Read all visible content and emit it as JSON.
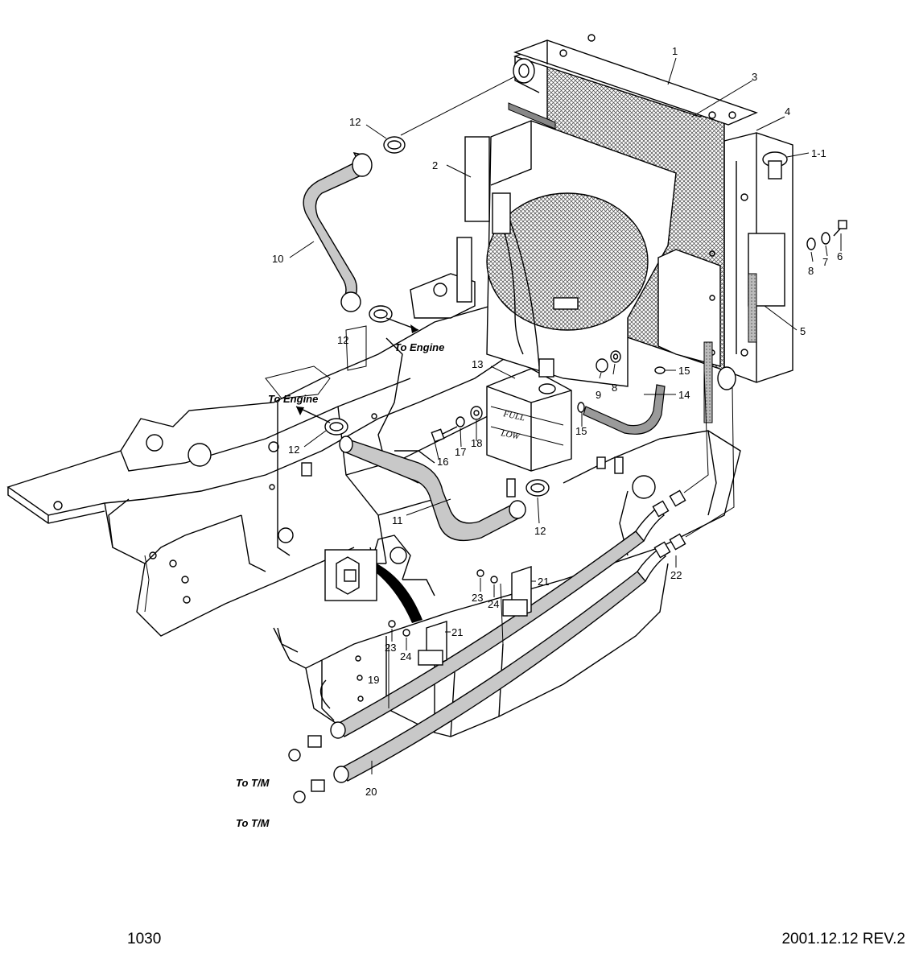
{
  "footer": {
    "page_number": "1030",
    "revision": "2001.12.12 REV.2"
  },
  "callouts": {
    "c1": "1",
    "c1_1": "1-1",
    "c2": "2",
    "c3": "3",
    "c4": "4",
    "c5": "5",
    "c6": "6",
    "c7": "7",
    "c8a": "8",
    "c8b": "8",
    "c9": "9",
    "c10": "10",
    "c11": "11",
    "c12a": "12",
    "c12b": "12",
    "c12c": "12",
    "c12d": "12",
    "c13": "13",
    "c14": "14",
    "c15a": "15",
    "c15b": "15",
    "c16": "16",
    "c17": "17",
    "c18": "18",
    "c19": "19",
    "c20": "20",
    "c21a": "21",
    "c21b": "21",
    "c22": "22",
    "c23a": "23",
    "c23b": "23",
    "c24a": "24",
    "c24b": "24"
  },
  "notes": {
    "to_engine_1": "To Engine",
    "to_engine_2": "To Engine",
    "to_tm_1": "To T/M",
    "to_tm_2": "To T/M"
  },
  "tank_marks": {
    "full": "FULL",
    "low": "LOW"
  }
}
